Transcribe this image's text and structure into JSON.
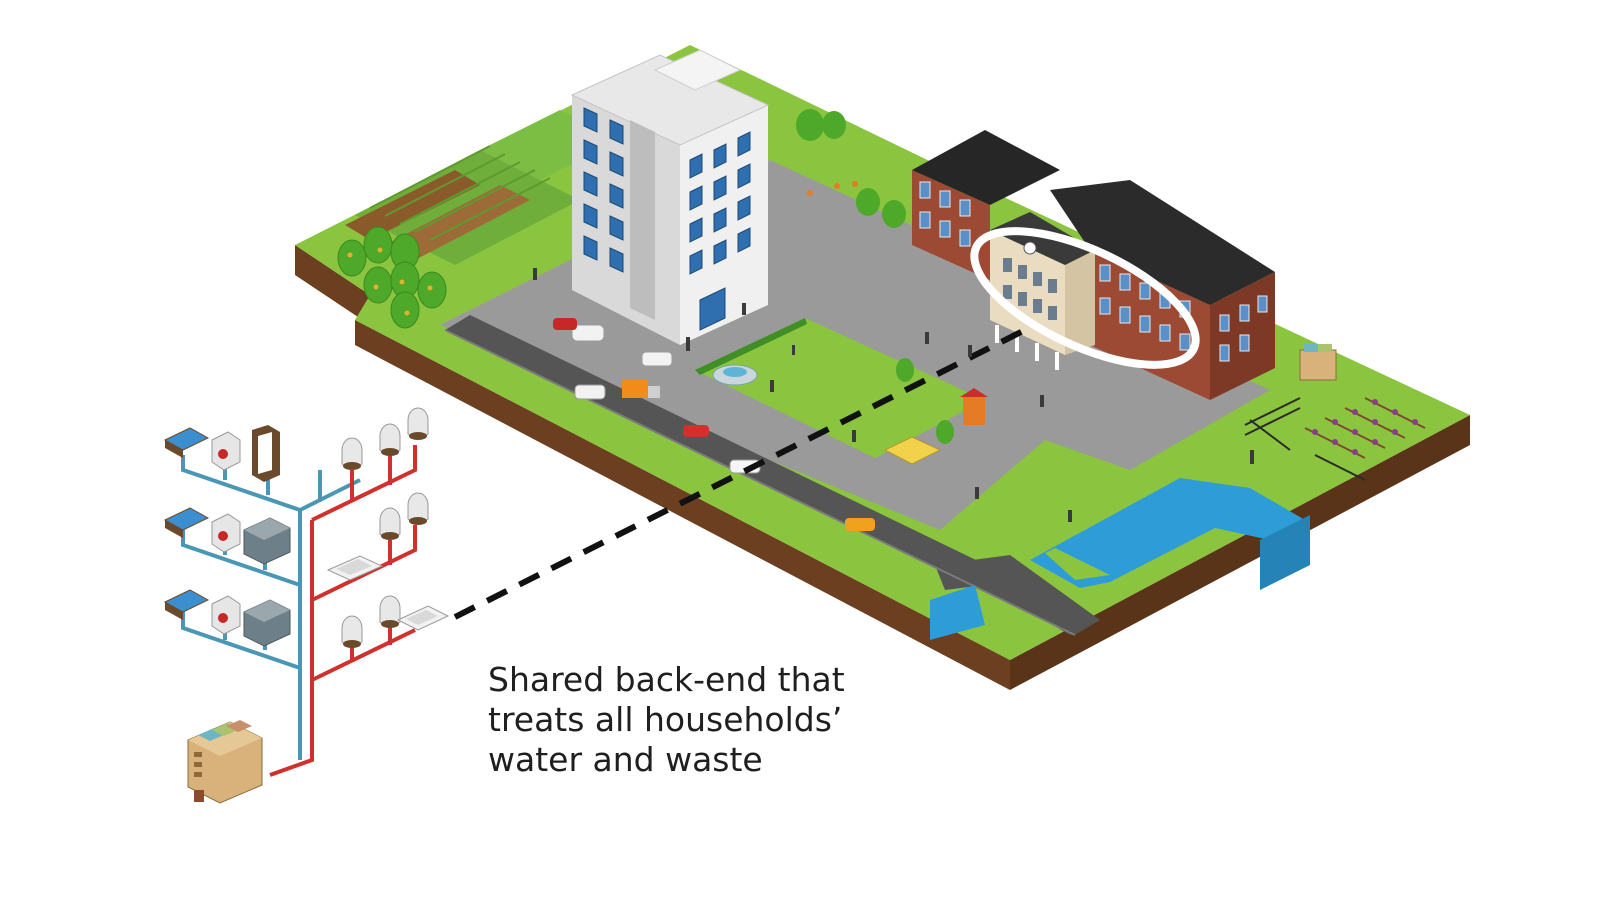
{
  "caption": {
    "lines": [
      "Shared back-end that",
      "treats all households’",
      "water and waste"
    ]
  },
  "colors": {
    "grass": "#8bc53f",
    "road": "#9a9a9a",
    "asphalt": "#555555",
    "canal": "#2e9cd7",
    "soil": "#6b3f1f",
    "clean_pipe": "#4a97b5",
    "waste_pipe": "#d0312d",
    "brick": "#9c4a33",
    "roof": "#262626",
    "callout_line": "#111111",
    "highlight_ellipse": "#ffffff"
  },
  "icons": [
    "bathtub-icon",
    "washing-machine-icon",
    "shower-icon",
    "sink-icon",
    "toilet-icon",
    "kitchen-sink-icon",
    "treatment-unit-icon"
  ]
}
